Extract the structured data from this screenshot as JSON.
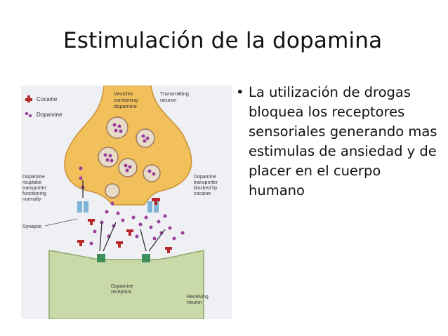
{
  "slide": {
    "title": "Estimulación de la dopamina",
    "bullets": [
      "La utilización de drogas bloquea los receptores sensoriales generando mas estimulas de ansiedad y de placer en el cuerpo humano"
    ]
  },
  "figure": {
    "legend": {
      "cocaine": "Cocaine",
      "dopamine": "Dopamine"
    },
    "labels": {
      "vesicles": [
        "Vesicles",
        "containing",
        "dopamine"
      ],
      "transmitting": [
        "Transmitting",
        "neuron"
      ],
      "reuptake": [
        "Dopamine",
        "reuptake",
        "transporter",
        "functioning",
        "normally"
      ],
      "blocked": [
        "Dopamine",
        "transporter",
        "blocked by",
        "cocaine"
      ],
      "synapse": "Synapse",
      "receptors": [
        "Dopamine",
        "receptors"
      ],
      "receiving": [
        "Receiving",
        "neuron"
      ]
    },
    "colors": {
      "transmitting_neuron": "#f2c05a",
      "receiving_neuron": "#c9d9a8",
      "cocaine": "#b8282a",
      "dopamine": "#9a3f9e",
      "transporter": "#7fb4d8",
      "receptor": "#3f8f5a"
    }
  }
}
